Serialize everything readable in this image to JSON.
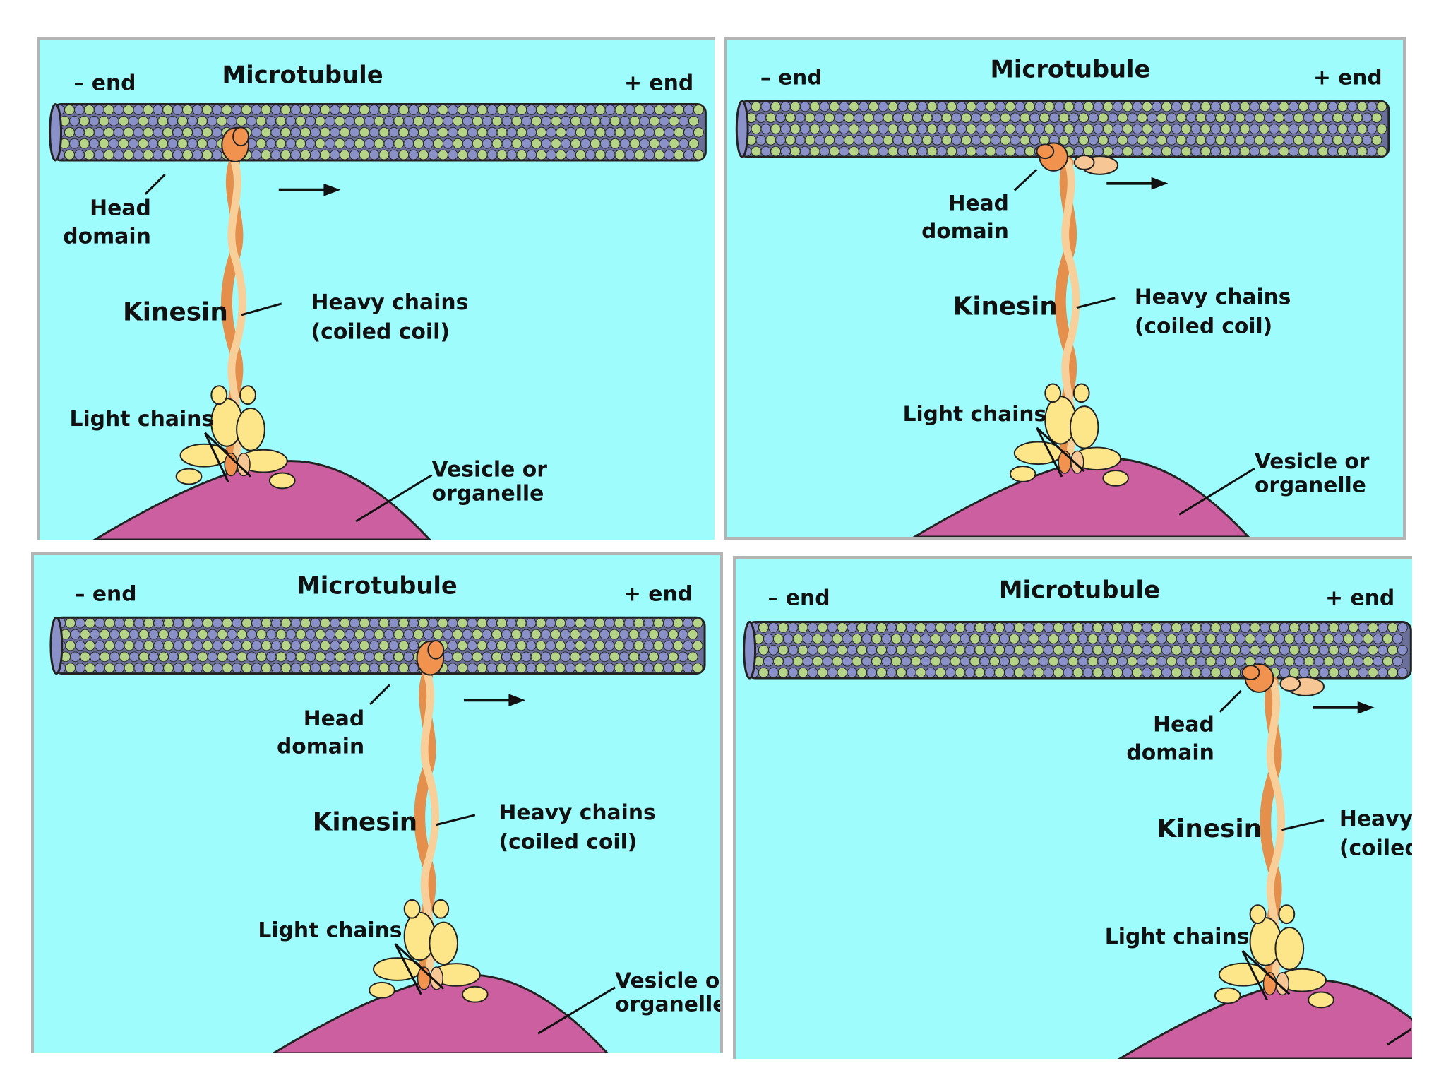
{
  "panels": [
    {
      "title": "Microtubule",
      "minus_end": "– end",
      "plus_end": "+ end",
      "head_line1": "Head",
      "head_line2": "domain",
      "kinesin": "Kinesin",
      "heavy_line1": "Heavy chains",
      "heavy_line2": "(coiled coil)",
      "light": "Light chains",
      "vesicle_line1": "Vesicle or",
      "vesicle_line2": "organelle"
    },
    {
      "title": "Microtubule",
      "minus_end": "– end",
      "plus_end": "+ end",
      "head_line1": "Head",
      "head_line2": "domain",
      "kinesin": "Kinesin",
      "heavy_line1": "Heavy chains",
      "heavy_line2": "(coiled coil)",
      "light": "Light chains",
      "vesicle_line1": "Vesicle or",
      "vesicle_line2": "organelle"
    },
    {
      "title": "Microtubule",
      "minus_end": "– end",
      "plus_end": "+ end",
      "head_line1": "Head",
      "head_line2": "domain",
      "kinesin": "Kinesin",
      "heavy_line1": "Heavy chains",
      "heavy_line2": "(coiled coil)",
      "light": "Light chains",
      "vesicle_line1": "Vesicle or",
      "vesicle_line2": "organelle"
    },
    {
      "title": "Microtubule",
      "minus_end": "– end",
      "plus_end": "+ end",
      "head_line1": "Head",
      "head_line2": "domain",
      "kinesin": "Kinesin",
      "heavy_line1": "Heavy",
      "heavy_line2": "(coiled",
      "light": "Light chains",
      "vesicle_line1": "",
      "vesicle_line2": ""
    }
  ],
  "colors": {
    "background": "#9ffcfd",
    "tubulin_alpha": "#8a90c8",
    "tubulin_beta": "#b5d488",
    "head": "#f1934f",
    "trailing_head": "#f6c694",
    "heavy_chain_light": "#f8cf98",
    "heavy_chain_dark": "#e58f4c",
    "light_chain": "#fde68a",
    "vesicle": "#cc5f9f",
    "frame": "#b4b4b4"
  },
  "icons": [
    "arrow-right-icon"
  ]
}
